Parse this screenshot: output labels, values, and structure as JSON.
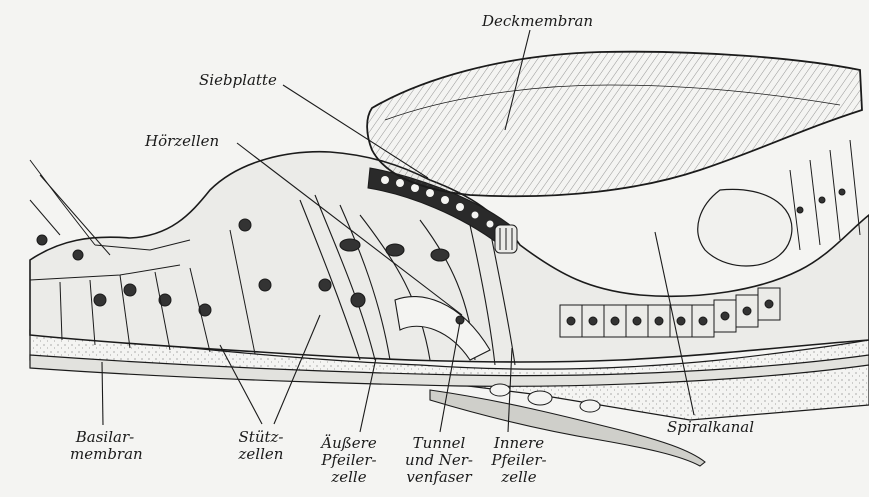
{
  "labels": {
    "deckmembran": "Deckmembran",
    "siebplatte": "Siebplatte",
    "hoerzellen": "Hörzellen",
    "spiralkanal": "Spiralkanal",
    "basilarmembran": [
      "Basilar-",
      "membran"
    ],
    "stuetzzellen": [
      "Stütz-",
      "zellen"
    ],
    "aeussere_pfeilerzelle": [
      "Äußere",
      "Pfeiler-",
      "zelle"
    ],
    "tunnel_nervenfaser": [
      "Tunnel",
      "und Ner-",
      "venfaser"
    ],
    "innere_pfeilerzelle": [
      "Innere",
      "Pfeiler-",
      "zelle"
    ]
  },
  "colors": {
    "ink": "#1b1b1b",
    "paper": "#f4f4f2",
    "tissue": "#e9e9e6"
  }
}
